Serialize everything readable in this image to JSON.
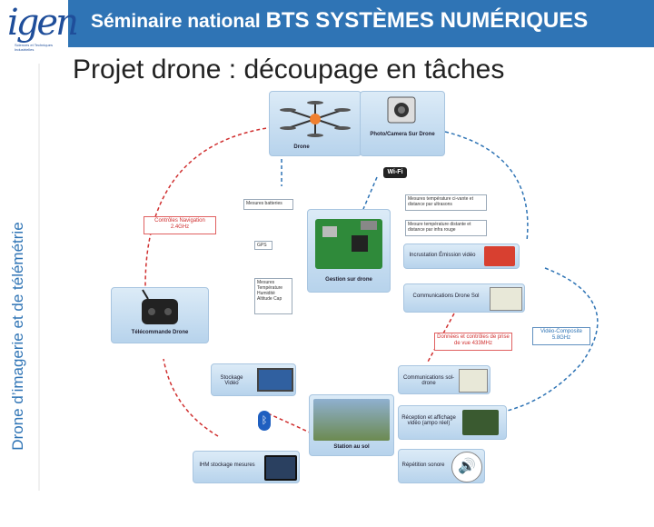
{
  "header": {
    "title_prefix": "Séminaire national ",
    "title_main": "BTS SYSTÈMES NUMÉRIQUES",
    "logo_text": "igen",
    "logo_sub": "Sciences et Techniques Industrielles"
  },
  "sidebar": {
    "text": "Drone d’imagerie et de télémétrie"
  },
  "slide": {
    "title": "Projet drone : découpage en tâches"
  },
  "diagram": {
    "drone": "Drone",
    "camera": "Photo/Camera Sur Drone",
    "wifi": "Wi-Fi",
    "mesures_batteries": "Mesures batteries",
    "mesure_temp_distance_us": "Mesures température ci-vante et distance par ultrasons",
    "mesure_temp_ir": "Mesure température distante et distance par infra rouge",
    "incrustation": "Incrustation Émission vidéo",
    "comm_drone_sol": "Communications Drone Sol",
    "gps": "GPS",
    "capteurs": "Mesures Température Humidité Altitude Cap",
    "gestion_drone": "Gestion sur drone",
    "controles_navigation": "Contrôles Navigation 2.4GHz",
    "telecommande": "Télécommande Drone",
    "donnees_controles": "Données et contrôles de prise de vue 433MHz",
    "video_composite": "Vidéo-Composite 5.8GHz",
    "stockage_video": "Stockage Vidéo",
    "comm_sol_drone": "Communications sol-drone",
    "reception_affichage": "Réception et affichage vidéo (ampo réel)",
    "bluetooth": "Bluetooth",
    "ihm_stockage": "IHM stockage mesures",
    "station_sol": "Station au sol",
    "restitution_sonore": "Répétition sonore"
  },
  "colors": {
    "header_blue": "#2f74b5",
    "box_fill": "#c9def1",
    "red_dashed": "#d03030",
    "blue_dashed": "#2f74b5"
  }
}
